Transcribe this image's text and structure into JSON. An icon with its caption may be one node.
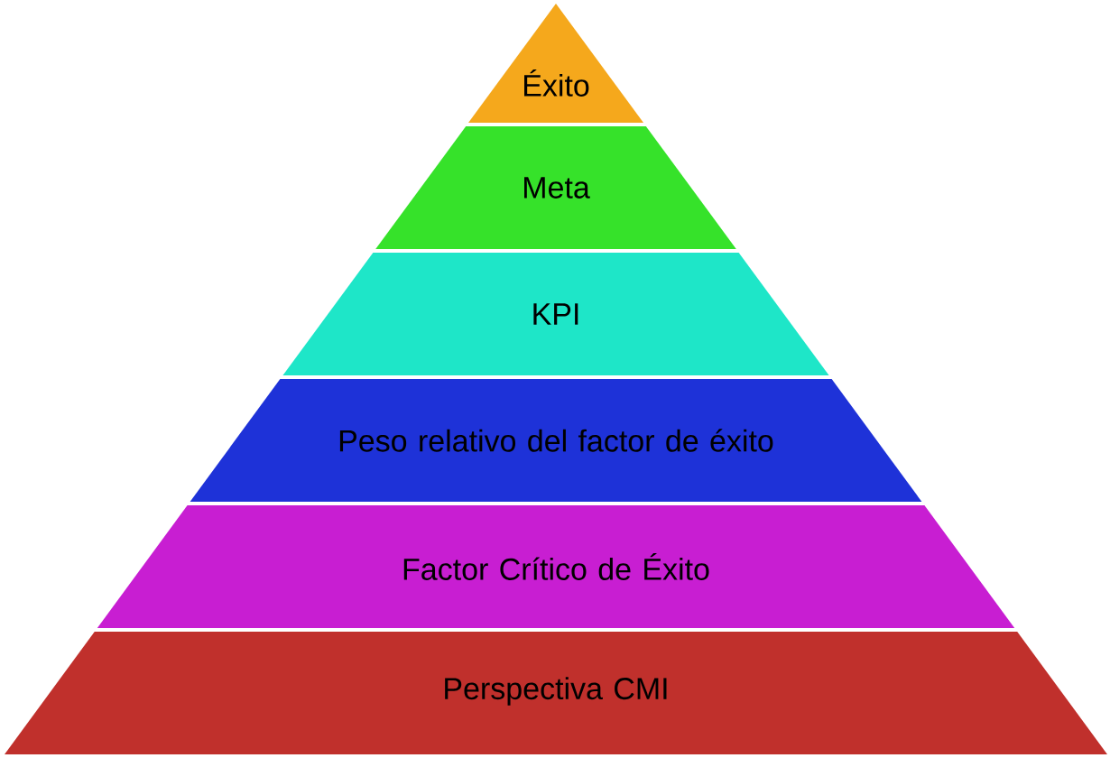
{
  "diagram": {
    "nodes": [
      {
        "text": [
          "Éxito"
        ]
      },
      {
        "text": [
          "Meta"
        ]
      },
      {
        "text": [
          "KPI"
        ]
      },
      {
        "text": [
          "Peso relativo del factor de éxito"
        ]
      },
      {
        "text": [
          "Factor Crítico de Éxito"
        ]
      },
      {
        "text": [
          "Perspectiva CMI"
        ]
      }
    ]
  }
}
